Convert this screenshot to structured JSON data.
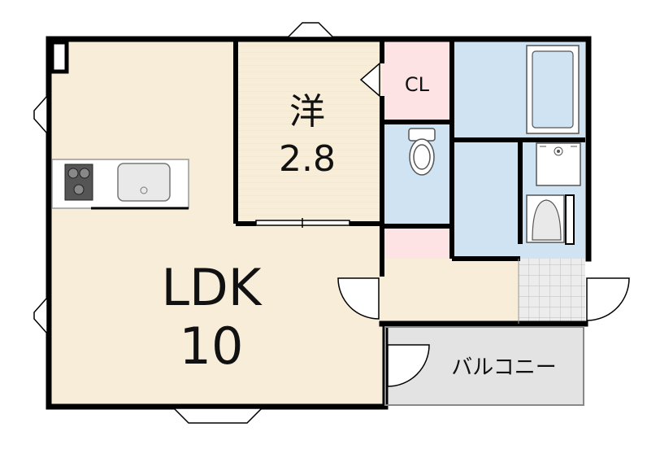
{
  "rooms": {
    "western": {
      "name": "洋",
      "size": "2.8"
    },
    "closet": {
      "name": "CL"
    },
    "ldk": {
      "name": "LDK",
      "size": "10"
    },
    "balcony": {
      "name": "バルコニー"
    }
  },
  "colors": {
    "wall": "#000000",
    "ldk_floor": "#f7edd9",
    "western_floor": "#f7edd9",
    "closet_floor": "#fde3e3",
    "wet_area": "#cfe3f3",
    "balcony": "#e3e3e3",
    "entrance_tile": "#e6e6e6"
  }
}
